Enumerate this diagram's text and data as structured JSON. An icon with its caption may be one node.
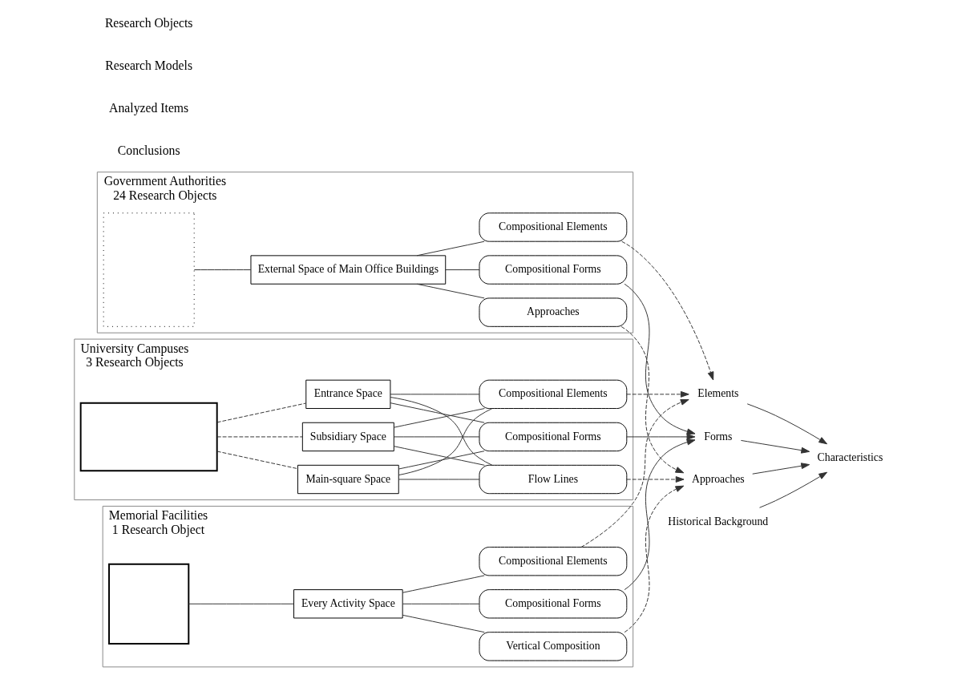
{
  "diagram": {
    "nodes": [
      {
        "text": [
          "Government Authorities",
          "24 Research Objects"
        ]
      },
      {
        "text": [],
        "shape": "box",
        "in": 0
      },
      {
        "text": [
          "External Space of Main Office Buildings"
        ],
        "in": 0
      },
      {
        "text": [
          "Compositional Elements"
        ],
        "in": 0
      },
      {
        "text": [
          "Compositional Forms"
        ],
        "in": 0
      },
      {
        "text": [
          "Approaches"
        ],
        "in": 0
      },
      {
        "text": [
          "University Campuses",
          "3 Research Objects"
        ]
      },
      {
        "text": [],
        "shape": "box",
        "in": 6
      },
      {
        "text": [
          "Entrance Space"
        ],
        "in": 6
      },
      {
        "text": [
          "Main-square Space"
        ],
        "in": 6
      },
      {
        "text": [
          "Subsidiary Space"
        ],
        "in": 6
      },
      {
        "text": [
          "Compositional Elements"
        ],
        "in": 6
      },
      {
        "text": [
          "Compositional Forms"
        ],
        "in": 6
      },
      {
        "text": [
          "Flow Lines"
        ],
        "in": 6
      },
      {
        "text": [
          "Memorial Facilities",
          "1 Research Object"
        ]
      },
      {
        "text": [],
        "shape": "box",
        "in": 14
      },
      {
        "text": [
          "Every Activity Space"
        ],
        "in": 14
      },
      {
        "text": [
          "Compositional Elements"
        ],
        "in": 14
      },
      {
        "text": [
          "Compositional Forms"
        ],
        "in": 14
      },
      {
        "text": [
          "Vertical Composition"
        ],
        "in": 14
      },
      {
        "text": [
          "Elements"
        ]
      },
      {
        "text": [
          "Forms"
        ]
      },
      {
        "text": [
          "Approaches"
        ]
      },
      {
        "text": [
          "Historical Background"
        ]
      },
      {
        "text": [
          "Characteristics"
        ]
      }
    ],
    "edges": [
      {
        "from": 1,
        "to": 2,
        "arrow": "none"
      },
      {
        "from": 2,
        "to": 3,
        "arrow": "none"
      },
      {
        "from": 2,
        "to": 4,
        "arrow": "none"
      },
      {
        "from": 2,
        "to": 5,
        "arrow": "none"
      },
      {
        "from": 7,
        "to": 8,
        "arrow": "none",
        "style": "dashed"
      },
      {
        "from": 7,
        "to": 9,
        "arrow": "none",
        "style": "dashed"
      },
      {
        "from": 7,
        "to": 10,
        "arrow": "none",
        "style": "dashed"
      },
      {
        "from": 8,
        "to": 11,
        "arrow": "none"
      },
      {
        "from": 8,
        "to": 12,
        "arrow": "none"
      },
      {
        "from": 8,
        "to": 13,
        "arrow": "none"
      },
      {
        "from": 9,
        "to": 11,
        "arrow": "none"
      },
      {
        "from": 9,
        "to": 12,
        "arrow": "none"
      },
      {
        "from": 9,
        "to": 13,
        "arrow": "none"
      },
      {
        "from": 10,
        "to": 11,
        "arrow": "none"
      },
      {
        "from": 10,
        "to": 12,
        "arrow": "none"
      },
      {
        "from": 10,
        "to": 13,
        "arrow": "none"
      },
      {
        "from": 15,
        "to": 16,
        "arrow": "none"
      },
      {
        "from": 16,
        "to": 17,
        "arrow": "none"
      },
      {
        "from": 16,
        "to": 18,
        "arrow": "none"
      },
      {
        "from": 16,
        "to": 19,
        "arrow": "none"
      },
      {
        "from": 3,
        "to": 20,
        "arrow": "to",
        "style": "dashed"
      },
      {
        "from": 11,
        "to": 20,
        "arrow": "to",
        "style": "dashed"
      },
      {
        "from": 17,
        "to": 20,
        "arrow": "to",
        "style": "dashed"
      },
      {
        "from": 4,
        "to": 21,
        "arrow": "to"
      },
      {
        "from": 12,
        "to": 21,
        "arrow": "to"
      },
      {
        "from": 18,
        "to": 21,
        "arrow": "to"
      },
      {
        "from": 5,
        "to": 22,
        "arrow": "to",
        "style": "dashed"
      },
      {
        "from": 13,
        "to": 22,
        "arrow": "to",
        "style": "dashed"
      },
      {
        "from": 19,
        "to": 22,
        "arrow": "to",
        "style": "dashed"
      },
      {
        "from": 20,
        "to": 24,
        "arrow": "to"
      },
      {
        "from": 21,
        "to": 24,
        "arrow": "to"
      },
      {
        "from": 22,
        "to": 24,
        "arrow": "to"
      },
      {
        "from": 23,
        "to": 24,
        "arrow": "to"
      }
    ],
    "labels": [
      "Research Objects",
      "Research Models",
      "Analyzed Items",
      "Conclusions"
    ]
  }
}
